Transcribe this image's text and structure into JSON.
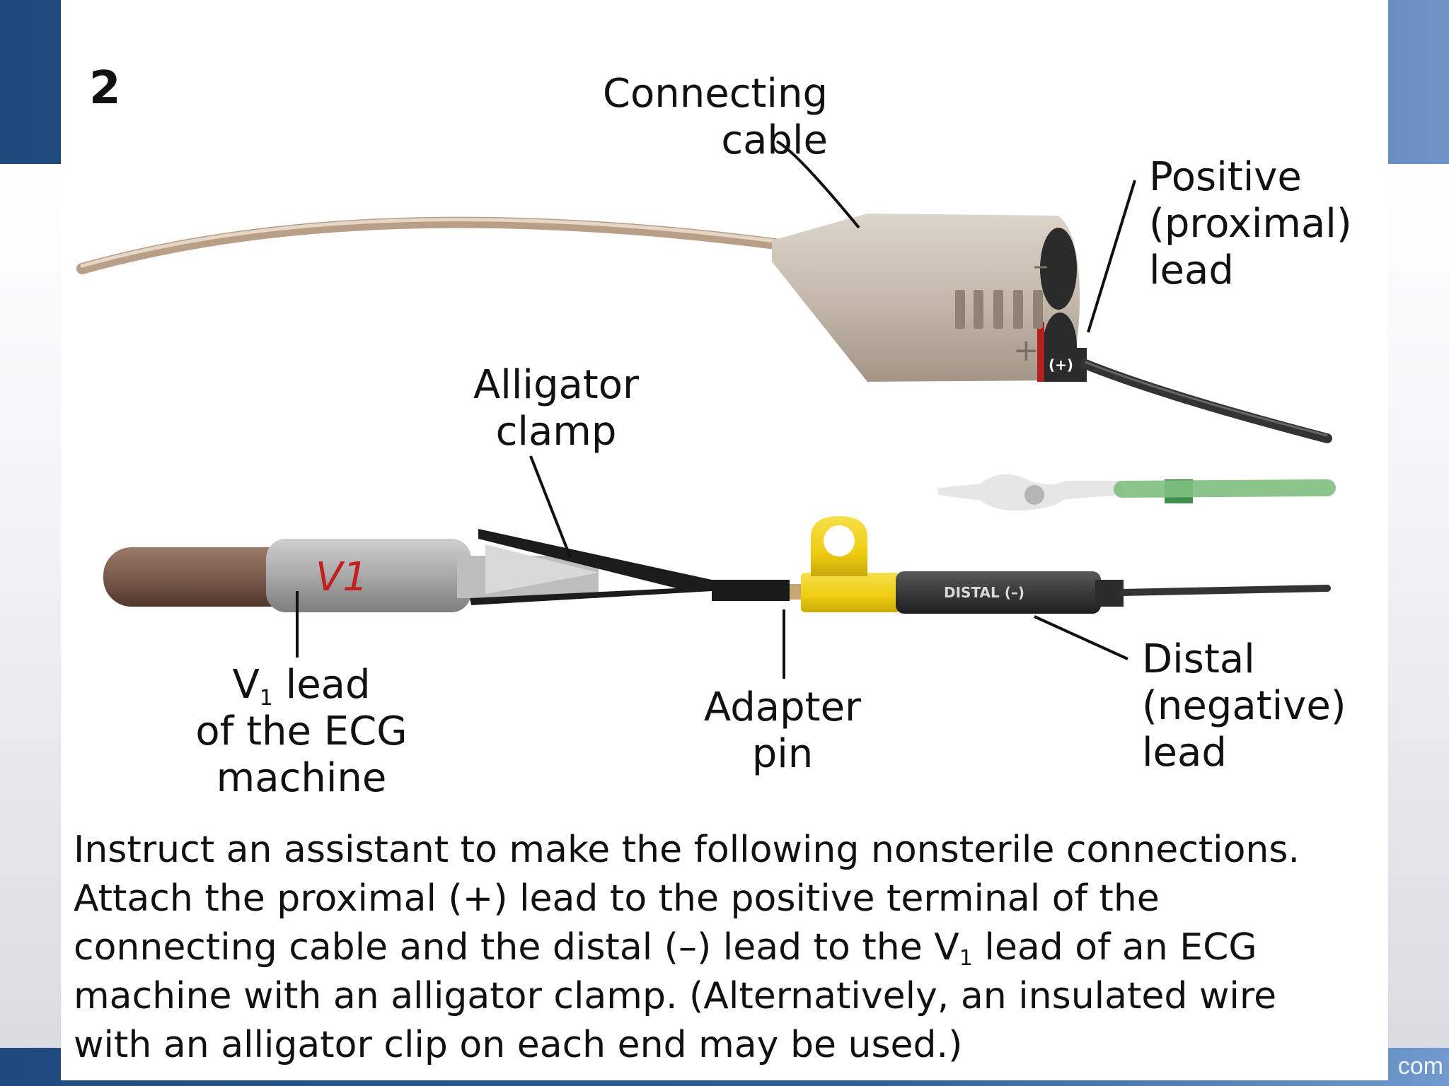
{
  "figure": {
    "number": "2",
    "labels": {
      "connecting_cable": "Connecting\ncable",
      "positive_lead": "Positive\n(proximal)\nlead",
      "alligator_clamp": "Alligator\nclamp",
      "v1_lead_main": "V",
      "v1_lead_sub": "1",
      "v1_lead_rest": " lead\nof the ECG\nmachine",
      "adapter_pin": "Adapter\npin",
      "distal_lead": "Distal\n(negative)\nlead"
    },
    "device_marks": {
      "v1_sleeve": "V1",
      "distal_sleeve": "DISTAL (–)",
      "plus_tag": "(+)",
      "plus_sign": "+",
      "minus_sign": "–"
    }
  },
  "caption": {
    "line1": "Instruct an assistant to make the following nonsterile connections.",
    "line2": "Attach the proximal (+) lead to the positive terminal of the",
    "line3_before": "connecting cable and the distal (–) lead to the V",
    "line3_sub": "1",
    "line3_after": " lead of an ECG",
    "line4": "machine with an alligator clamp. (Alternatively, an insulated wire",
    "line5": "with an alligator clip on each end may be used.)"
  },
  "watermark": "com",
  "colors": {
    "cable_tan": "#c9bfb3",
    "v1_brown": "#7a5c4c",
    "adapter_yellow": "#f2d21e",
    "lead_green": "#7fbf7f",
    "frame_blue": "#2b5a93"
  }
}
